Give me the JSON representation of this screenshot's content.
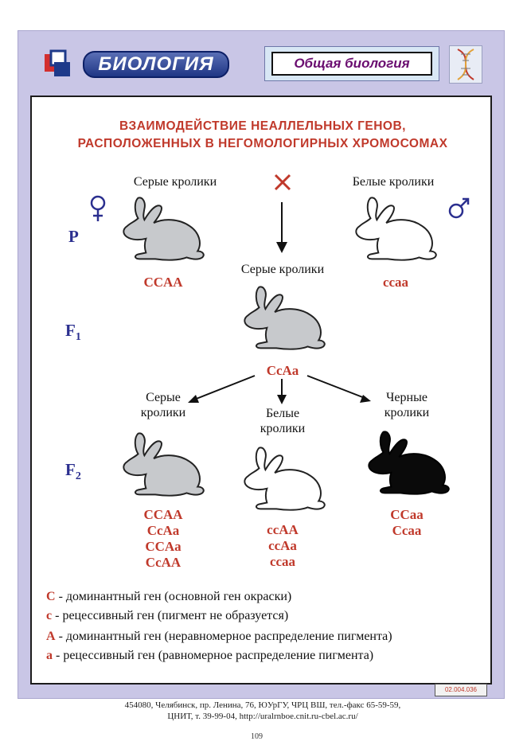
{
  "header": {
    "brand": "БИОЛОГИЯ",
    "subject": "Общая биология"
  },
  "title": {
    "line1": "ВЗАИМОДЕЙСТВИЕ НЕАЛЛЕЛЬНЫХ ГЕНОВ,",
    "line2": "РАСПОЛОЖЕННЫХ В НЕГОМОЛОГИРНЫХ ХРОМОСОМАХ"
  },
  "parents": {
    "female_label": "Серые кролики",
    "female_genotype": "CCAA",
    "male_label": "Белые кролики",
    "male_genotype": "ccaa"
  },
  "generations": {
    "p": "P",
    "f1": "F",
    "f1_sub": "1",
    "f2": "F",
    "f2_sub": "2"
  },
  "f1": {
    "label": "Серые кролики",
    "genotype": "CcAa"
  },
  "f2": {
    "grey": {
      "label1": "Серые",
      "label2": "кролики",
      "genotypes": [
        "CCAA",
        "CcAa",
        "CCAa",
        "CcAA"
      ]
    },
    "white": {
      "label1": "Белые",
      "label2": "кролики",
      "genotypes": [
        "ccAA",
        "ccAa",
        "ccaa"
      ]
    },
    "black": {
      "label1": "Черные",
      "label2": "кролики",
      "genotypes": [
        "CCaa",
        "Ccaa"
      ]
    }
  },
  "legend": [
    {
      "key": "C",
      "text": "- доминантный ген (основной ген окраски)"
    },
    {
      "key": "c",
      "text": "- рецессивный ген (пигмент не образуется)"
    },
    {
      "key": "A",
      "text": "- доминантный ген (неравномерное распределение пигмента)"
    },
    {
      "key": "a",
      "text": "- рецессивный ген (равномерное распределение пигмента)"
    }
  ],
  "code": "02.004.036",
  "footer": {
    "line1": "454080, Челябинск, пр. Ленина, 76, ЮУрГУ, ЧРЦ ВШ, тел.-факс 65-59-59,",
    "line2": "ЦНИТ, т. 39-99-04, http://uralrnboe.cnit.ru-cbel.ac.ru/",
    "page": "109"
  },
  "colors": {
    "title": "#c0392b",
    "genotype": "#c0392b",
    "generation": "#2b2f8f",
    "grey_rabbit": "#c7c9cc",
    "black_rabbit": "#0a0a0a",
    "cross": "#c0392b"
  }
}
